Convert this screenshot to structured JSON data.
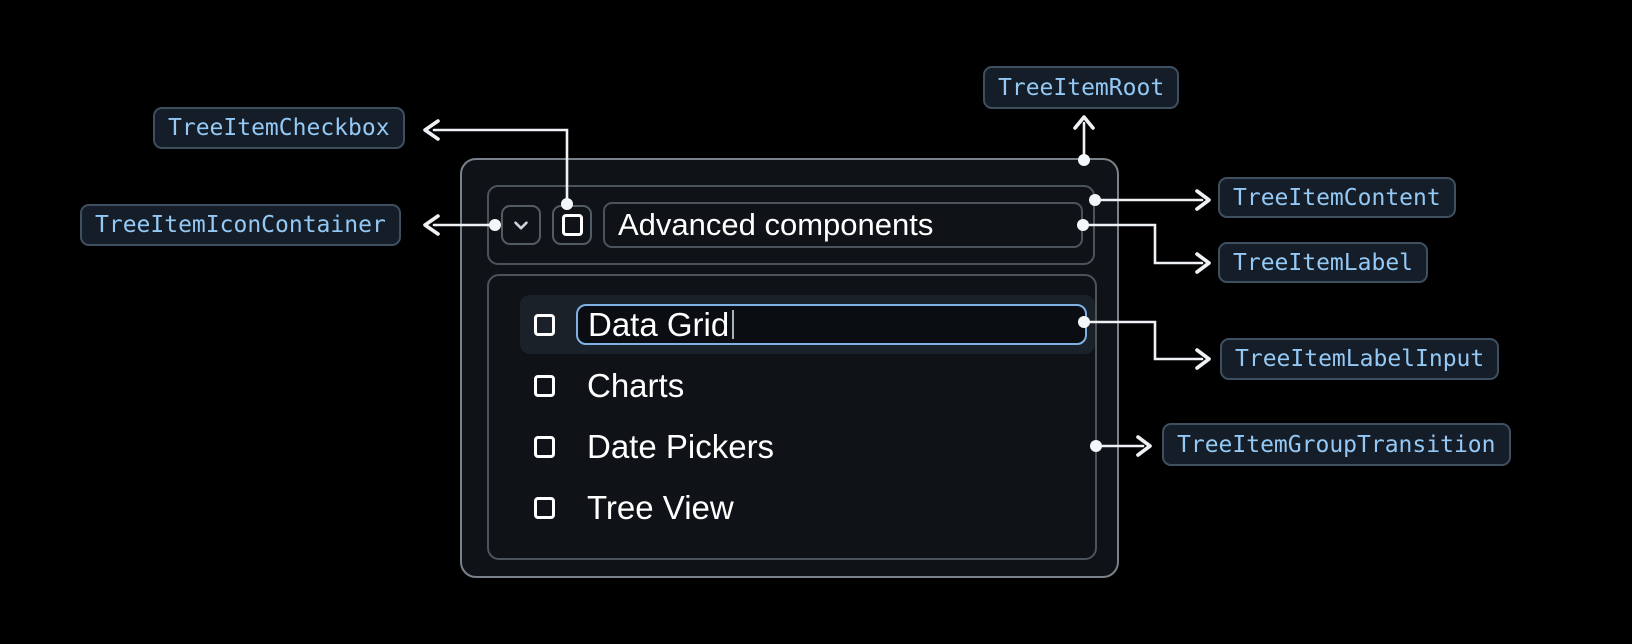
{
  "anatomy_labels": {
    "root": "TreeItemRoot",
    "checkbox": "TreeItemCheckbox",
    "icon_container": "TreeItemIconContainer",
    "content": "TreeItemContent",
    "label": "TreeItemLabel",
    "label_input": "TreeItemLabelInput",
    "group_transition": "TreeItemGroupTransition"
  },
  "tree": {
    "parent": {
      "label": "Advanced components",
      "expanded": true,
      "checkbox_checked": false,
      "expand_icon": "chevron-down-icon",
      "checkbox_icon": "checkbox-unchecked-icon"
    },
    "editing_item": {
      "value": "Data Grid",
      "checkbox_checked": false
    },
    "items": [
      {
        "label": "Charts",
        "checkbox_checked": false
      },
      {
        "label": "Date Pickers",
        "checkbox_checked": false
      },
      {
        "label": "Tree View",
        "checkbox_checked": false
      }
    ]
  },
  "colors": {
    "canvas_bg": "#000000",
    "component_bg": "#0f1317",
    "component_border": "#79828a",
    "inner_border": "#4b535b",
    "row_highlight_bg": "#1b2129",
    "input_border": "#7fb1e4",
    "input_bg": "#0a0e13",
    "pill_bg": "#151e28",
    "pill_border": "#3e5060",
    "pill_text": "#94c8f5",
    "connector": "#eef2f5",
    "text": "#ffffff"
  }
}
